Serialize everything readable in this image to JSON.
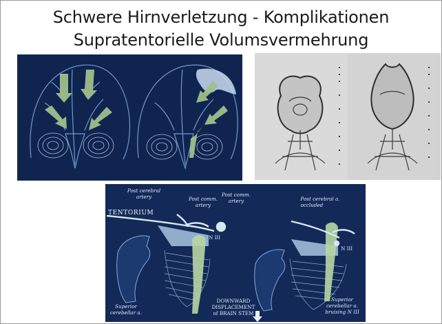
{
  "slide": {
    "title_line1": "Schwere Hirnverletzung - Komplikationen",
    "title_line2": "Supratentorielle Volumsvermehrung"
  },
  "diagram_labels": {
    "post_cerebral_artery_line1": "Post cerebral",
    "post_cerebral_artery_line2": "artery",
    "post_comm_artery_left_line1": "Post comm.",
    "post_comm_artery_left_line2": "artery",
    "post_comm_artery_right_line1": "Post comm.",
    "post_comm_artery_right_line2": "artery",
    "post_cerebral_occluded_line1": "Post cerebral a.",
    "post_cerebral_occluded_line2": "occluded",
    "tentorium": "TENTORIUM",
    "n_iii_left": "N III",
    "n_iii_right": "N III",
    "superior_cerebellar_line1": "Superior",
    "superior_cerebellar_line2": "cerebellar a.",
    "downward_line1": "DOWNWARD",
    "downward_line2": "DISPLACEMENT",
    "downward_line3": "of BRAIN STEM",
    "superior_bruising_line1": "Superior",
    "superior_bruising_line2": "cerebellar a.",
    "superior_bruising_line3": "bruising  N III"
  }
}
